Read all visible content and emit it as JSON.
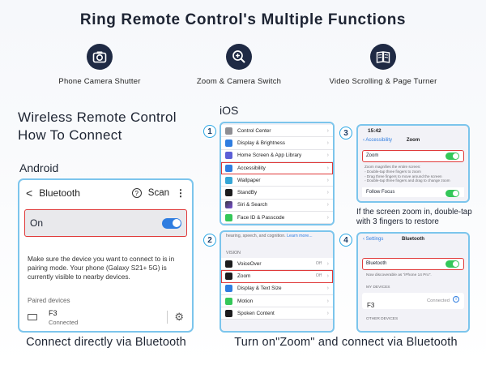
{
  "header": {
    "title": "Ring Remote Control's Multiple Functions"
  },
  "features": [
    {
      "icon": "camera-icon",
      "label": "Phone Camera Shutter"
    },
    {
      "icon": "zoom-icon",
      "label": "Zoom & Camera Switch"
    },
    {
      "icon": "book-icon",
      "label": "Video Scrolling & Page Turner"
    }
  ],
  "left": {
    "heading_line1": "Wireless Remote Control",
    "heading_line2": "How To Connect",
    "platform": "Android",
    "caption": "Connect directly via Bluetooth"
  },
  "android_phone": {
    "back": "<",
    "title": "Bluetooth",
    "help": "?",
    "scan": "Scan",
    "more": "⋮",
    "on_label": "On",
    "description": "Make sure the device you want to connect to is in pairing mode. Your phone (Galaxy S21+ 5G) is currently visible to nearby devices.",
    "paired_header": "Paired devices",
    "device_name": "F3",
    "device_status": "Connected",
    "gear": "⚙"
  },
  "right": {
    "platform": "iOS",
    "caption": "Turn on\"Zoom\" and connect via Bluetooth"
  },
  "steps": [
    "1",
    "2",
    "3",
    "4"
  ],
  "panel1": {
    "rows": [
      {
        "label": "Control Center",
        "color": "#8e8e93"
      },
      {
        "label": "Display & Brightness",
        "color": "#2f7de0"
      },
      {
        "label": "Home Screen & App Library",
        "color": "#5b5fd6"
      },
      {
        "label": "Accessibility",
        "color": "#2f7de0"
      },
      {
        "label": "Wallpaper",
        "color": "#36a6d6"
      },
      {
        "label": "StandBy",
        "color": "#1c1c1e"
      },
      {
        "label": "Siri & Search",
        "color": "#3a3a3c"
      },
      {
        "label": "Face ID & Passcode",
        "color": "#34c759"
      }
    ]
  },
  "panel2": {
    "intro": "hearing, speech, and cognition.",
    "learn_more": "Learn more...",
    "section": "VISION",
    "rows": [
      {
        "label": "VoiceOver",
        "value": "Off",
        "color": "#1c1c1e"
      },
      {
        "label": "Zoom",
        "value": "Off",
        "color": "#1c1c1e"
      },
      {
        "label": "Display & Text Size",
        "value": "",
        "color": "#2f7de0"
      },
      {
        "label": "Motion",
        "value": "",
        "color": "#34c759"
      },
      {
        "label": "Spoken Content",
        "value": "",
        "color": "#1c1c1e"
      }
    ]
  },
  "panel3": {
    "time": "15:42",
    "back": "Accessibility",
    "title": "Zoom",
    "zoom_label": "Zoom",
    "desc1": "Zoom magnifies the entire screen:",
    "desc2": "◦ Double-tap three fingers to zoom",
    "desc3": "◦ Drag three fingers to move around the screen",
    "desc4": "◦ Double-tap three fingers and drag to change zoom",
    "follow": "Follow Focus",
    "caption": "If the screen zoom in, double-tap with 3 fingers to restore"
  },
  "panel4": {
    "back": "Settings",
    "title": "Bluetooth",
    "bt_label": "Bluetooth",
    "discoverable": "Now discoverable as \"iPhone 14 Pro\".",
    "my_devices": "MY DEVICES",
    "device_name": "F3",
    "device_status": "Connected",
    "other_devices": "OTHER DEVICES"
  }
}
